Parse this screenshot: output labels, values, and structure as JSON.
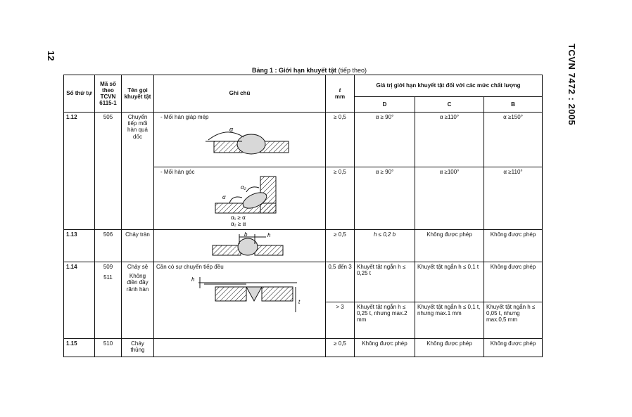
{
  "page": {
    "number": "12",
    "standard": "TCVN 7472 : 2005",
    "caption": "Bảng 1 : Giới hạn khuyết tật",
    "caption_note": "(tiếp theo)"
  },
  "headers": {
    "no": "Số thứ tự",
    "code": "Mã số theo TCVN 6115-1",
    "name": "Tên gọi khuyết tật",
    "note": "Ghi chú",
    "t_symbol": "t",
    "t_unit": "mm",
    "limits": "Giá trị giới hạn khuyết tật đối với các mức chất lượng",
    "level_d": "D",
    "level_c": "C",
    "level_b": "B"
  },
  "rows": [
    {
      "no": "1.12",
      "code": "505",
      "name": "Chuyển tiếp mối hàn quá dốc",
      "sub1": {
        "note": "-  Mối hàn giáp mép",
        "fig_label": "α",
        "t": "≥ 0,5",
        "d": "α ≥ 90°",
        "c": "α ≥110°",
        "b": "α ≥150°"
      },
      "sub2": {
        "note": "-  Mối hàn góc",
        "fig_label1": "α",
        "fig_label2": "α₂",
        "eq1": "α₁ ≥ α",
        "eq2": "α₂ ≥ α",
        "t": "≥ 0,5",
        "d": "α ≥ 90°",
        "c": "α ≥100°",
        "b": "α ≥110°"
      }
    },
    {
      "no": "1.13",
      "code": "506",
      "name": "Chảy tràn",
      "fig_b": "b",
      "fig_h": "h",
      "t": "≥ 0,5",
      "d": "h ≤ 0,2 b",
      "c": "Không được phép",
      "b": "Không được phép"
    },
    {
      "no": "1.14",
      "code1": "509",
      "code2": "511",
      "name1": "Chảy sệ",
      "name2": "Không điền đầy rãnh hàn",
      "note": "Cần có sự chuyển tiếp đều",
      "fig_h": "h",
      "fig_t": "t",
      "sub1": {
        "t": "0,5 đến 3",
        "d": "Khuyết tật ngắn h ≤ 0,25 t",
        "c": "Khuyết tật ngắn h ≤ 0,1 t",
        "b": "Không được phép"
      },
      "sub2": {
        "t": "> 3",
        "d": "Khuyết tật ngắn h ≤ 0,25 t, nhưng max.2 mm",
        "c": "Khuyết tật ngắn h ≤ 0,1 t, nhưng max.1 mm",
        "b": "Khuyết tật ngắn h ≤ 0,05 t, nhưng max.0,5 mm"
      }
    },
    {
      "no": "1.15",
      "code": "510",
      "name": "Cháy thủng",
      "t": "≥ 0,5",
      "d": "Không được phép",
      "c": "Không được phép",
      "b": "Không được phép"
    }
  ]
}
